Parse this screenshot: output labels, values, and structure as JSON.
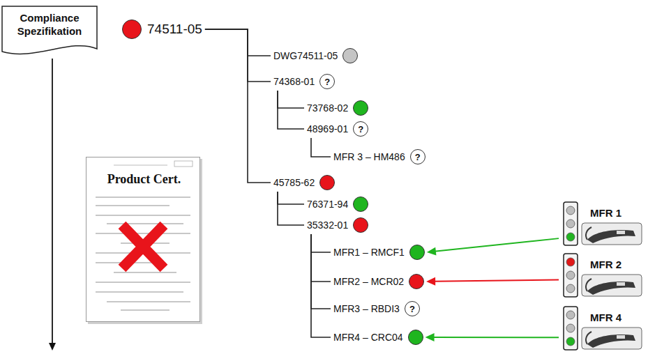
{
  "diagram": {
    "nodes": [
      {
        "text": [
          "Compliance Spezifikation"
        ]
      },
      {
        "text": [
          "Product Cert."
        ]
      },
      {
        "text": [
          "74511-05"
        ]
      },
      {
        "text": [
          "DWG74511-05"
        ]
      },
      {
        "text": [
          "74368-01",
          "?"
        ]
      },
      {
        "text": [
          "73768-02"
        ]
      },
      {
        "text": [
          "48969-01",
          "?"
        ]
      },
      {
        "text": [
          "MFR 3 – HM486",
          "?"
        ]
      },
      {
        "text": [
          "45785-62"
        ]
      },
      {
        "text": [
          "76371-94"
        ]
      },
      {
        "text": [
          "35332-01"
        ]
      },
      {
        "text": [
          "MFR1 – RMCF1"
        ]
      },
      {
        "text": [
          "MFR2 – MCR02"
        ]
      },
      {
        "text": [
          "MFR3 – RBDI3",
          "?"
        ]
      },
      {
        "text": [
          "MFR4 – CRC04"
        ]
      },
      {
        "text": [
          "MFR 1"
        ]
      },
      {
        "text": [
          "MFR 2"
        ]
      },
      {
        "text": [
          "MFR 4"
        ]
      }
    ],
    "edges": [
      {
        "from": 2,
        "to": 3,
        "arrow": "none"
      },
      {
        "from": 2,
        "to": 4,
        "arrow": "none"
      },
      {
        "from": 2,
        "to": 8,
        "arrow": "none"
      },
      {
        "from": 4,
        "to": 5,
        "arrow": "none"
      },
      {
        "from": 4,
        "to": 6,
        "arrow": "none"
      },
      {
        "from": 6,
        "to": 7,
        "arrow": "none"
      },
      {
        "from": 8,
        "to": 9,
        "arrow": "none"
      },
      {
        "from": 8,
        "to": 10,
        "arrow": "none"
      },
      {
        "from": 10,
        "to": 11,
        "arrow": "none"
      },
      {
        "from": 10,
        "to": 12,
        "arrow": "none"
      },
      {
        "from": 10,
        "to": 13,
        "arrow": "none"
      },
      {
        "from": 10,
        "to": 14,
        "arrow": "none"
      },
      {
        "from": 15,
        "to": 11,
        "arrow": "to"
      },
      {
        "from": 16,
        "to": 12,
        "arrow": "to"
      },
      {
        "from": 17,
        "to": 14,
        "arrow": "to"
      }
    ]
  }
}
